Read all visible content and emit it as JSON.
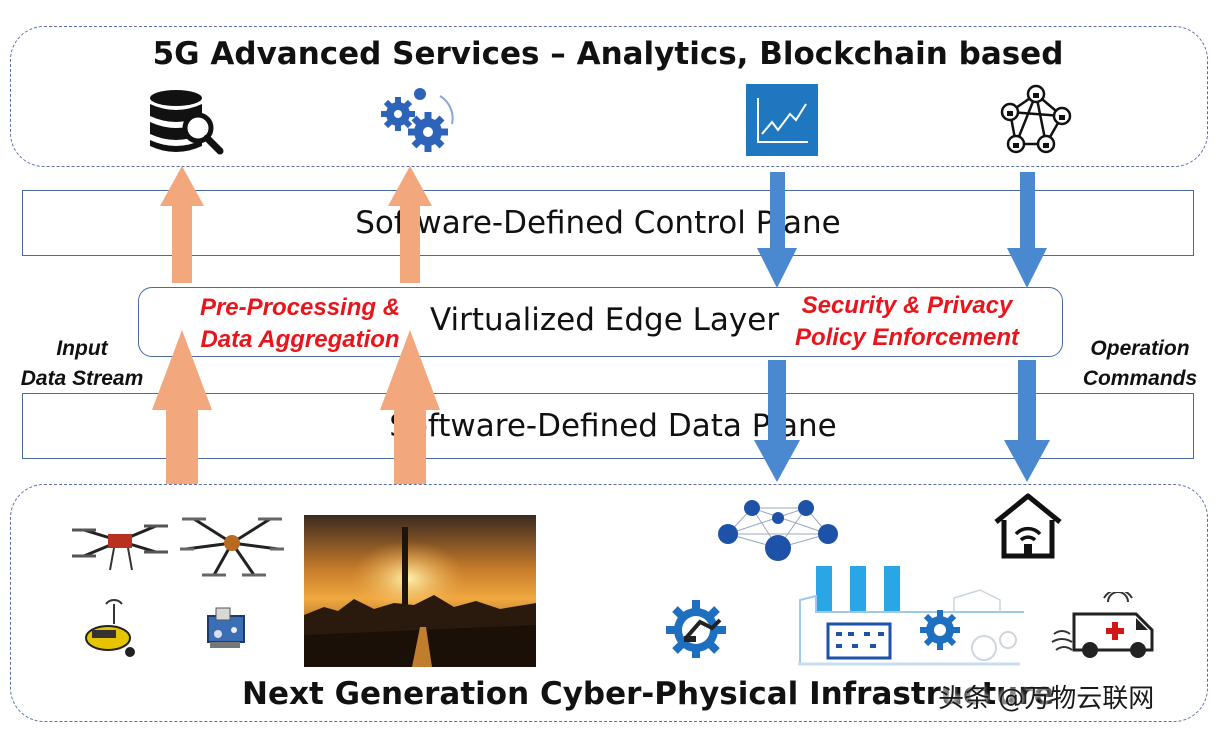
{
  "top_title": "5G Advanced Services – Analytics, Blockchain based",
  "control_plane": "Software-Defined Control Plane",
  "edge_layer": "Virtualized Edge Layer",
  "data_plane": "Software-Defined Data Plane",
  "pre_processing": [
    "Pre-Processing &",
    "Data Aggregation"
  ],
  "security": [
    "Security & Privacy",
    "Policy Enforcement"
  ],
  "input_stream": [
    "Input",
    "Data Stream"
  ],
  "operation_commands": [
    "Operation",
    "Commands"
  ],
  "bottom_title": "Next Generation Cyber-Physical Infrastructure",
  "watermark": "头条 @万物云联网",
  "colors": {
    "up_arrow": "#f2a77c",
    "down_arrow": "#4a89d0",
    "red_label": "#e8151b",
    "border": "#4a6aa0"
  },
  "icons": [
    "database-search-icon",
    "gears-icon",
    "line-chart-icon",
    "locked-network-icon",
    "drone-icon",
    "hexacopter-drone-icon",
    "sensor-icon",
    "iot-board-icon",
    "city-skyline-photo",
    "network-graph-icon",
    "smart-home-icon",
    "robot-arm-gear-icon",
    "smart-factory-icon",
    "ambulance-icon"
  ]
}
